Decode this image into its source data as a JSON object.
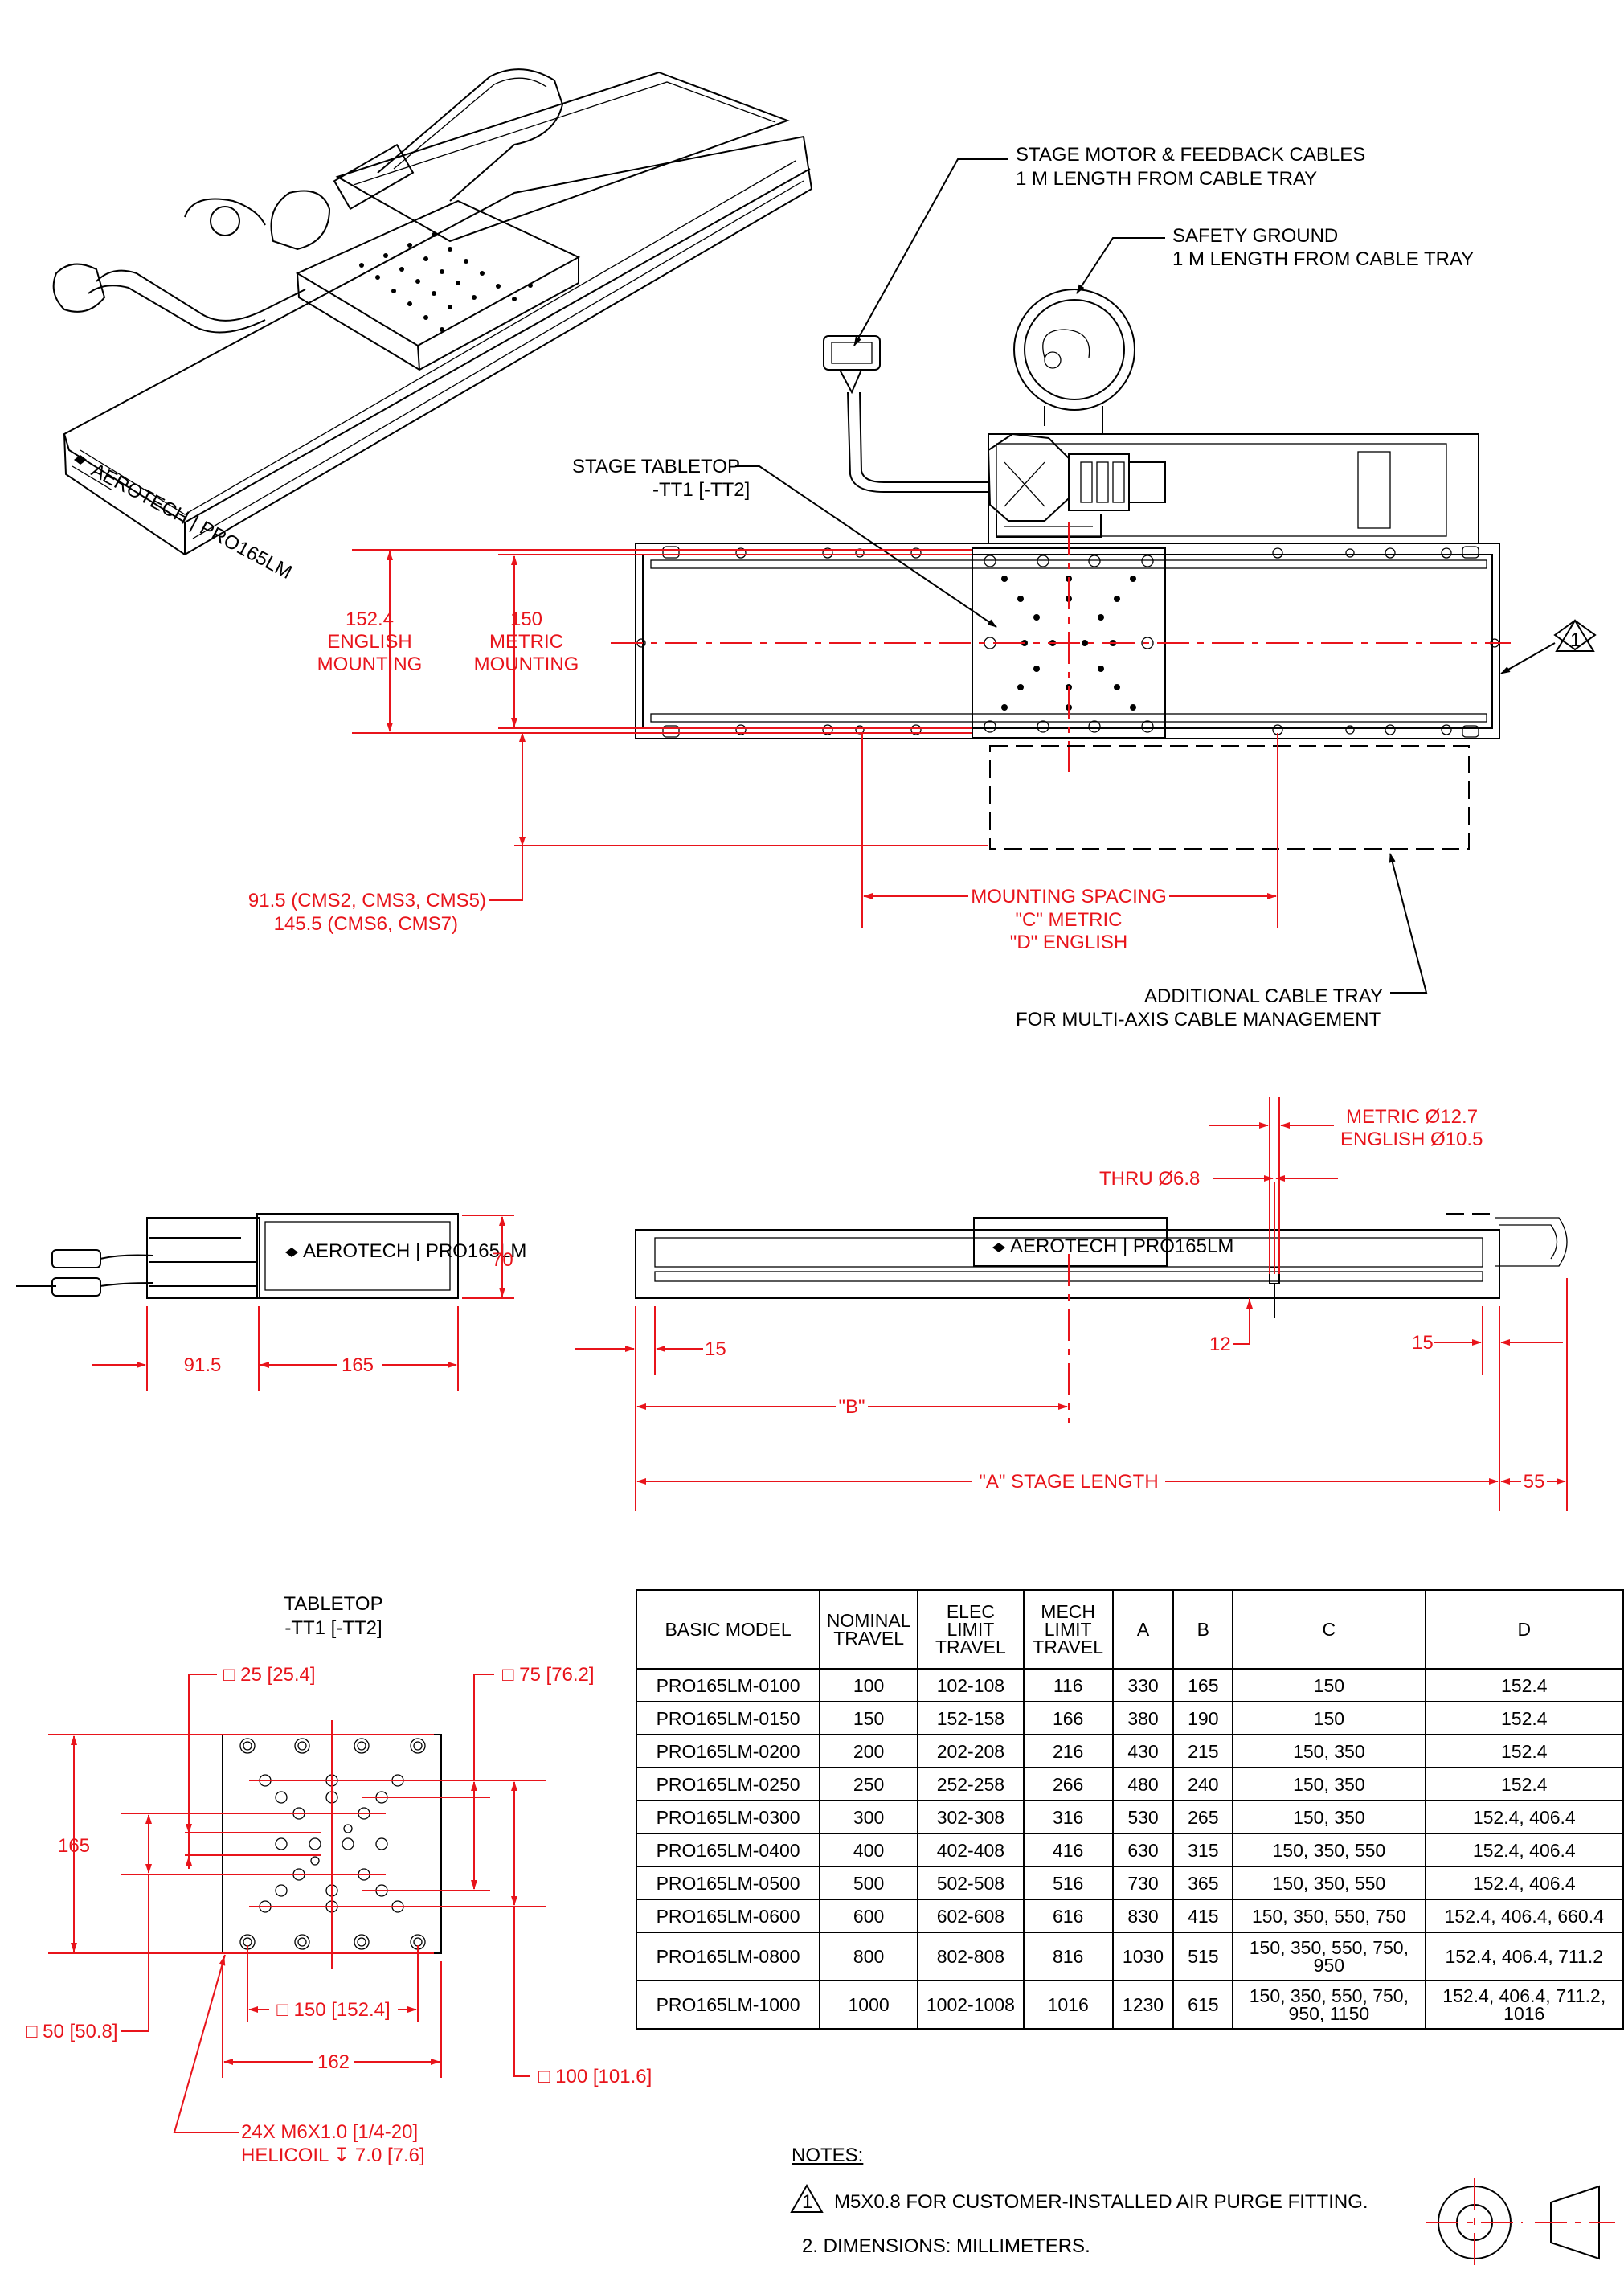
{
  "callouts": {
    "motor_cables_1": "STAGE MOTOR & FEEDBACK CABLES",
    "motor_cables_2": "1 M LENGTH FROM CABLE TRAY",
    "safety_ground_1": "SAFETY GROUND",
    "safety_ground_2": "1 M LENGTH FROM CABLE TRAY",
    "stage_tabletop_1": "STAGE TABLETOP",
    "stage_tabletop_2": "-TT1 [-TT2]",
    "additional_tray_1": "ADDITIONAL CABLE TRAY",
    "additional_tray_2": "FOR MULTI-AXIS CABLE MANAGEMENT",
    "note_marker": "1"
  },
  "dimensions": {
    "english_mount_1": "152.4",
    "english_mount_2": "ENGLISH",
    "english_mount_3": "MOUNTING",
    "metric_mount_1": "150",
    "metric_mount_2": "METRIC",
    "metric_mount_3": "MOUNTING",
    "cms_1": "91.5 (CMS2, CMS3, CMS5)",
    "cms_2": "145.5 (CMS6, CMS7)",
    "spacing_1": "MOUNTING SPACING",
    "spacing_2": "\"C\" METRIC",
    "spacing_3": "\"D\" ENGLISH",
    "metric_dia": "METRIC Ø12.7",
    "english_dia": "ENGLISH Ø10.5",
    "thru_dia": "THRU Ø6.8",
    "height_70": "70",
    "width_91_5": "91.5",
    "width_165": "165",
    "end_15_left": "15",
    "dim_12": "12",
    "end_15_right": "15",
    "dim_b": "\"B\"",
    "dim_a": "\"A\" STAGE LENGTH",
    "dim_55": "55"
  },
  "tabletop": {
    "title_1": "TABLETOP",
    "title_2": "-TT1 [-TT2]",
    "sq25": "□ 25 [25.4]",
    "sq75": "□ 75 [76.2]",
    "dim165": "165",
    "sq150": "□ 150 [152.4]",
    "sq50": "□ 50 [50.8]",
    "dim162": "162",
    "sq100": "□ 100 [101.6]",
    "holes_1": "24X M6X1.0 [1/4-20]",
    "holes_2": "HELICOIL ↧ 7.0 [7.6]"
  },
  "brand": {
    "logo_text": "AEROTECH | PRO165LM"
  },
  "table": {
    "headers": [
      "BASIC MODEL",
      "NOMINAL TRAVEL",
      "ELEC LIMIT TRAVEL",
      "MECH LIMIT TRAVEL",
      "A",
      "B",
      "C",
      "D"
    ],
    "rows": [
      [
        "PRO165LM-0100",
        "100",
        "102-108",
        "116",
        "330",
        "165",
        "150",
        "152.4"
      ],
      [
        "PRO165LM-0150",
        "150",
        "152-158",
        "166",
        "380",
        "190",
        "150",
        "152.4"
      ],
      [
        "PRO165LM-0200",
        "200",
        "202-208",
        "216",
        "430",
        "215",
        "150, 350",
        "152.4"
      ],
      [
        "PRO165LM-0250",
        "250",
        "252-258",
        "266",
        "480",
        "240",
        "150, 350",
        "152.4"
      ],
      [
        "PRO165LM-0300",
        "300",
        "302-308",
        "316",
        "530",
        "265",
        "150, 350",
        "152.4, 406.4"
      ],
      [
        "PRO165LM-0400",
        "400",
        "402-408",
        "416",
        "630",
        "315",
        "150, 350, 550",
        "152.4, 406.4"
      ],
      [
        "PRO165LM-0500",
        "500",
        "502-508",
        "516",
        "730",
        "365",
        "150, 350, 550",
        "152.4, 406.4"
      ],
      [
        "PRO165LM-0600",
        "600",
        "602-608",
        "616",
        "830",
        "415",
        "150, 350, 550, 750",
        "152.4, 406.4, 660.4"
      ],
      [
        "PRO165LM-0800",
        "800",
        "802-808",
        "816",
        "1030",
        "515",
        "150, 350, 550, 750, 950",
        "152.4, 406.4, 711.2"
      ],
      [
        "PRO165LM-1000",
        "1000",
        "1002-1008",
        "1016",
        "1230",
        "615",
        "150, 350, 550, 750, 950, 1150",
        "152.4, 406.4, 711.2, 1016"
      ]
    ]
  },
  "notes": {
    "heading": "NOTES:",
    "note1_marker": "1",
    "note1": "M5X0.8 FOR CUSTOMER-INSTALLED AIR PURGE FITTING.",
    "note2": "2.  DIMENSIONS: MILLIMETERS."
  }
}
